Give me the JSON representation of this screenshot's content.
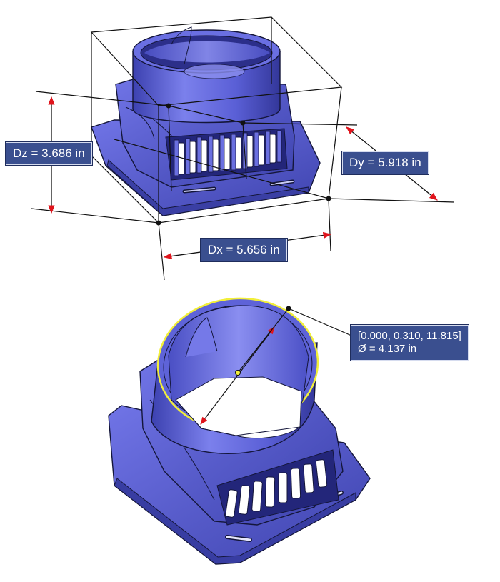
{
  "bounding_box": {
    "dz_label": "Dz = 3.686 in",
    "dy_label": "Dy = 5.918 in",
    "dx_label": "Dx = 5.656 in"
  },
  "circle_measure": {
    "coordinates": "[0.000, 0.310, 11.815]",
    "diameter": "Ø = 4.137 in"
  },
  "colors": {
    "part_fill": "#5a5fd6",
    "part_dark": "#3b3fa8",
    "part_light": "#8c90ee",
    "edge": "#14163a",
    "label_bg": "#3a4f8f",
    "arrow": "#e0141c",
    "highlight": "#f2ef3a"
  }
}
